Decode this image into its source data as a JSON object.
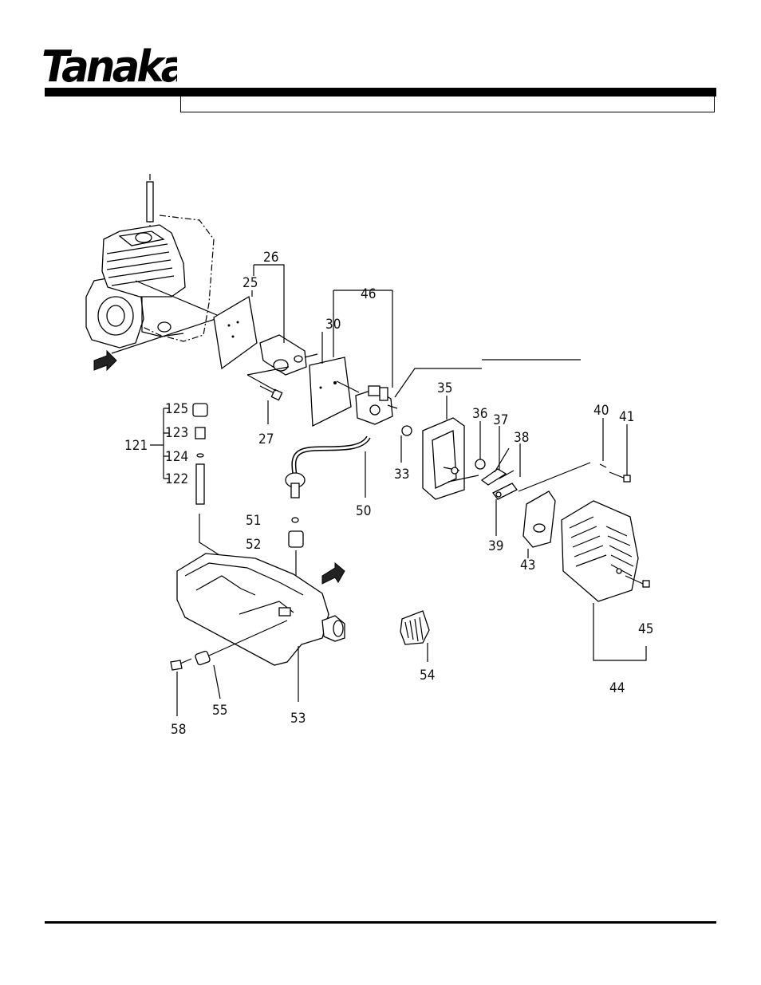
{
  "brand": {
    "logo_text": "Tanaka",
    "registered_mark": "®"
  },
  "header": {
    "title": ""
  },
  "parts": [
    {
      "id": "p26",
      "label": "26"
    },
    {
      "id": "p25",
      "label": "25"
    },
    {
      "id": "p46",
      "label": "46"
    },
    {
      "id": "p30",
      "label": "30"
    },
    {
      "id": "p27",
      "label": "27"
    },
    {
      "id": "p35",
      "label": "35"
    },
    {
      "id": "p36",
      "label": "36"
    },
    {
      "id": "p37",
      "label": "37"
    },
    {
      "id": "p38",
      "label": "38"
    },
    {
      "id": "p40",
      "label": "40"
    },
    {
      "id": "p41",
      "label": "41"
    },
    {
      "id": "p33",
      "label": "33"
    },
    {
      "id": "p50",
      "label": "50"
    },
    {
      "id": "p121",
      "label": "121"
    },
    {
      "id": "p125",
      "label": "125"
    },
    {
      "id": "p123",
      "label": "123"
    },
    {
      "id": "p124",
      "label": "124"
    },
    {
      "id": "p122",
      "label": "122"
    },
    {
      "id": "p51",
      "label": "51"
    },
    {
      "id": "p52",
      "label": "52"
    },
    {
      "id": "p39",
      "label": "39"
    },
    {
      "id": "p43",
      "label": "43"
    },
    {
      "id": "p45",
      "label": "45"
    },
    {
      "id": "p44",
      "label": "44"
    },
    {
      "id": "p54",
      "label": "54"
    },
    {
      "id": "p53",
      "label": "53"
    },
    {
      "id": "p55",
      "label": "55"
    },
    {
      "id": "p58",
      "label": "58"
    }
  ],
  "colors": {
    "ink": "#000000",
    "paper": "#ffffff"
  }
}
